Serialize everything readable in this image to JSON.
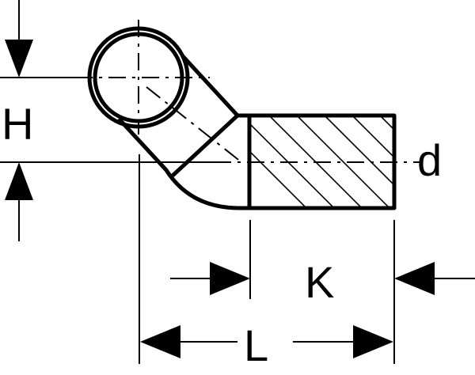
{
  "labels": {
    "height": "H",
    "diameter": "d",
    "insertion_length": "K",
    "total_length": "L"
  }
}
